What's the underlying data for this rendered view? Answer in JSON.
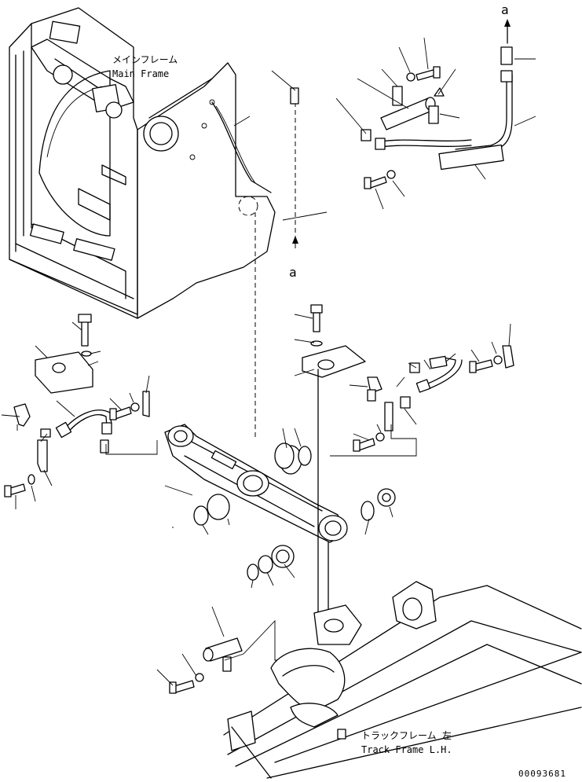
{
  "labels": {
    "main_frame_jp": "メインフレーム",
    "main_frame_en": "Main Frame",
    "track_frame_jp": "トラックフレーム 左",
    "track_frame_en": "Track Frame L.H.",
    "ref_a_top": "a",
    "ref_a_mid": "a",
    "drawing_number": "00093681"
  }
}
